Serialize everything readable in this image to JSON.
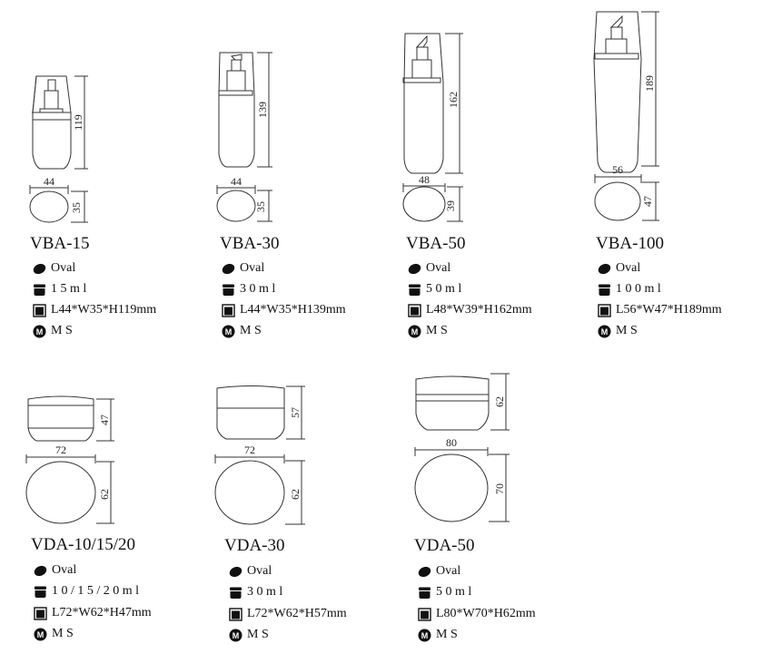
{
  "products": [
    {
      "id": "vba-15",
      "name": "VBA-15",
      "shape": "Oval",
      "capacity": "1 5 m l",
      "size": "L44*W35*H119mm",
      "material": "M S",
      "dims": {
        "height": "119",
        "length": "44",
        "width": "35"
      }
    },
    {
      "id": "vba-30",
      "name": "VBA-30",
      "shape": "Oval",
      "capacity": "3 0 m l",
      "size": "L44*W35*H139mm",
      "material": "M S",
      "dims": {
        "height": "139",
        "length": "44",
        "width": "35"
      }
    },
    {
      "id": "vba-50",
      "name": "VBA-50",
      "shape": "Oval",
      "capacity": "5 0 m l",
      "size": "L48*W39*H162mm",
      "material": "M S",
      "dims": {
        "height": "162",
        "length": "48",
        "width": "39"
      }
    },
    {
      "id": "vba-100",
      "name": "VBA-100",
      "shape": "Oval",
      "capacity": "1 0 0 m l",
      "size": "L56*W47*H189mm",
      "material": "M S",
      "dims": {
        "height": "189",
        "length": "56",
        "width": "47"
      }
    },
    {
      "id": "vda-10-15-20",
      "name": "VDA-10/15/20",
      "shape": "Oval",
      "capacity": "1 0 / 1 5 / 2 0 m l",
      "size": "L72*W62*H47mm",
      "material": "M S",
      "dims": {
        "height": "47",
        "length": "72",
        "width": "62"
      }
    },
    {
      "id": "vda-30",
      "name": "VDA-30",
      "shape": "Oval",
      "capacity": "3 0 m l",
      "size": "L72*W62*H57mm",
      "material": "M S",
      "dims": {
        "height": "57",
        "length": "72",
        "width": "62"
      }
    },
    {
      "id": "vda-50",
      "name": "VDA-50",
      "shape": "Oval",
      "capacity": "5 0 m l",
      "size": "L80*W70*H62mm",
      "material": "M S",
      "dims": {
        "height": "62",
        "length": "80",
        "width": "70"
      }
    }
  ],
  "icons": {
    "shape": "oval-icon",
    "capacity": "jar-icon",
    "size": "box-icon",
    "material": "material-m-icon",
    "material_letter": "M"
  },
  "colors": {
    "line": "#333333",
    "icon": "#111111"
  }
}
